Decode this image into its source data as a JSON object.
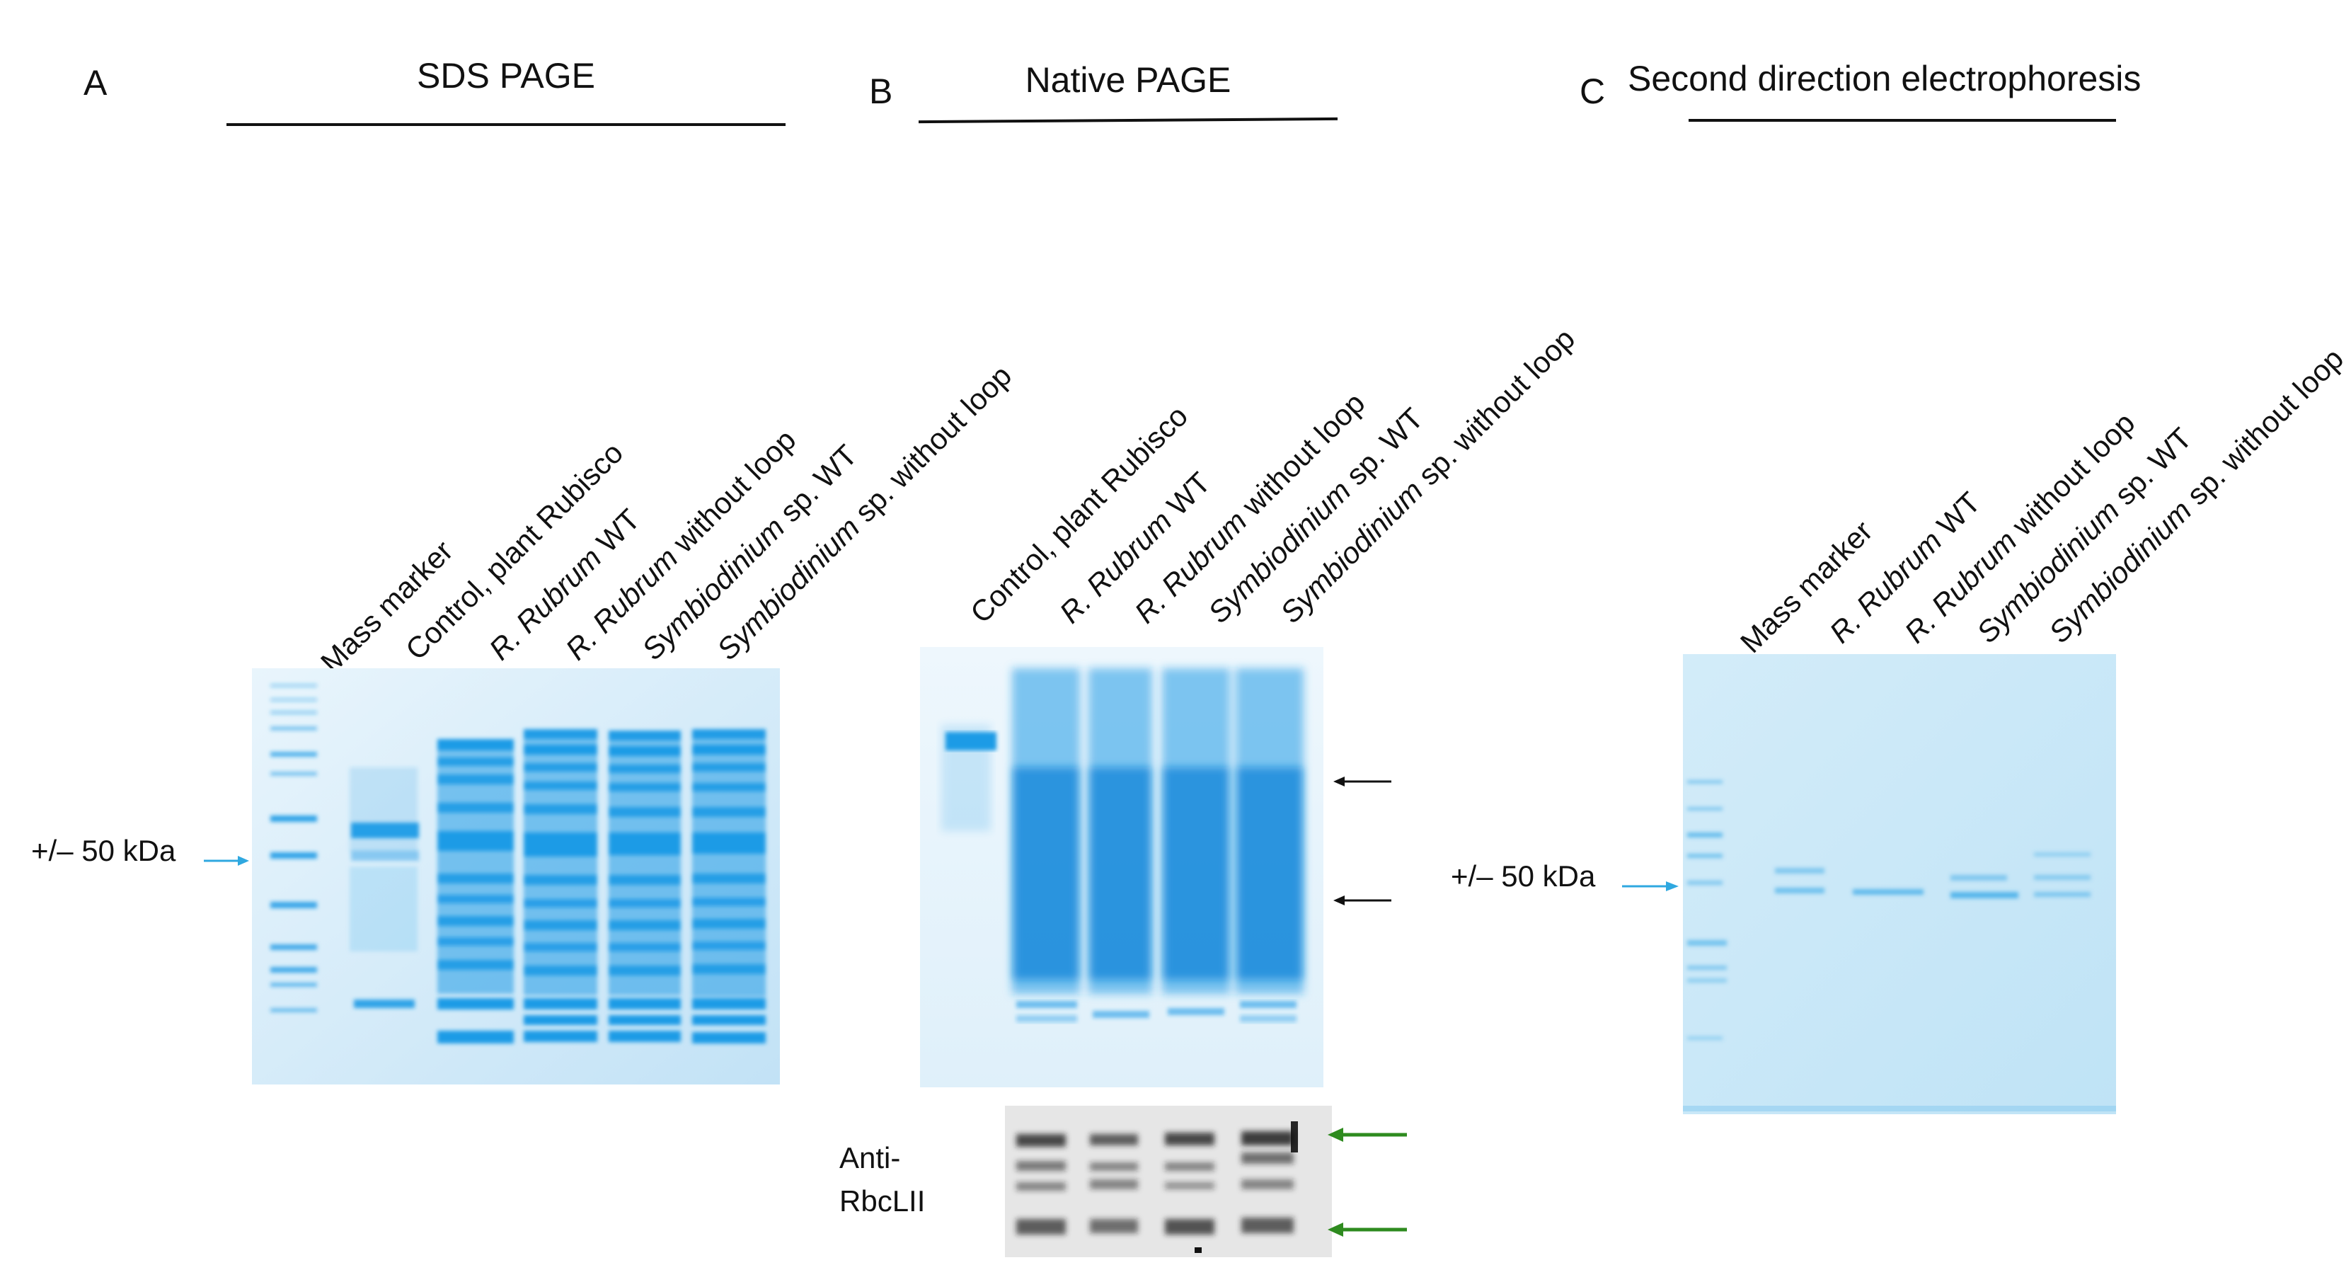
{
  "panels": {
    "A": {
      "label": "A",
      "title": "SDS PAGE",
      "marker_label": "+/– 50 kDa",
      "lanes": [
        {
          "pre": "",
          "it": "",
          "post": "Mass marker"
        },
        {
          "pre": "Control, plant Rubisco",
          "it": "",
          "post": ""
        },
        {
          "pre": "",
          "it": "R. Rubrum",
          "post": " WT"
        },
        {
          "pre": "",
          "it": "R. Rubrum",
          "post": " without loop"
        },
        {
          "pre": "",
          "it": "Symbiodinium",
          "post": " sp. WT"
        },
        {
          "pre": "",
          "it": "Symbiodinium",
          "post": " sp. without loop"
        }
      ]
    },
    "B": {
      "label": "B",
      "title": "Native PAGE",
      "blot_label": "Anti-\nRbcLII",
      "lanes": [
        {
          "pre": "Control, plant Rubisco",
          "it": "",
          "post": ""
        },
        {
          "pre": "",
          "it": "R. Rubrum",
          "post": " WT"
        },
        {
          "pre": "",
          "it": "R. Rubrum",
          "post": " without loop"
        },
        {
          "pre": "",
          "it": "Symbiodinium",
          "post": " sp. WT"
        },
        {
          "pre": "",
          "it": "Symbiodinium",
          "post": " sp. without loop"
        }
      ]
    },
    "C": {
      "label": "C",
      "title": "Second direction electrophoresis",
      "marker_label": "+/– 50 kDa",
      "lanes": [
        {
          "pre": "",
          "it": "",
          "post": "Mass marker"
        },
        {
          "pre": "",
          "it": "R. Rubrum",
          "post": " WT"
        },
        {
          "pre": "",
          "it": "R. Rubrum",
          "post": " without loop"
        },
        {
          "pre": "",
          "it": "Symbiodinium",
          "post": " sp. WT"
        },
        {
          "pre": "",
          "it": "Symbiodinium",
          "post": " sp. without loop"
        }
      ]
    }
  },
  "colors": {
    "marker_arrow": "#2fa8e0",
    "band_arrow": "#111111",
    "blot_arrow": "#2e8b1f",
    "gel_bg_a": "#dbeefa",
    "gel_bg_b": "#e6f3fb",
    "gel_bg_c": "#c9e7f7",
    "band": "#1e9be6",
    "band_dark": "#1484d8"
  }
}
